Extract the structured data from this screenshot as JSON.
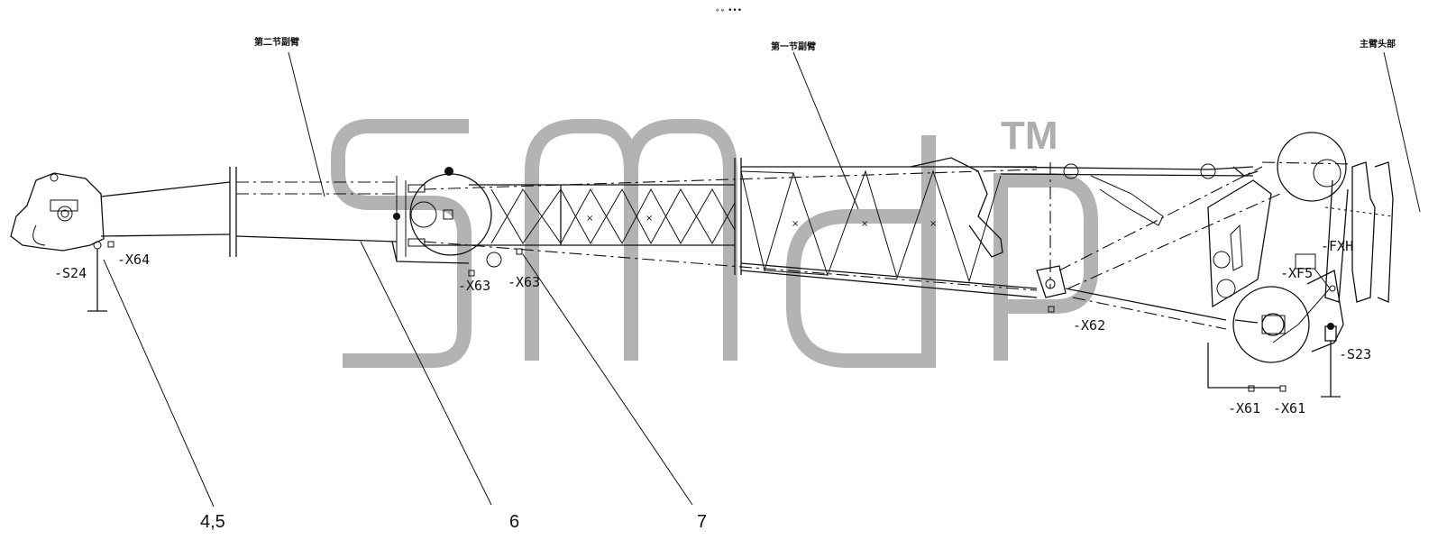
{
  "top_mark": "∘∘ •••",
  "section_labels": {
    "second_jib": "第二节副臂",
    "first_jib": "第一节副臂",
    "main_boom_head": "主臂头部"
  },
  "connectors": {
    "s24": "-S24",
    "x64": "-X64",
    "x63_a": "-X63",
    "x63_b": "-X63",
    "x62": "-X62",
    "fxh": "-FXH",
    "xf5": "-XF5",
    "s23": "-S23",
    "x61_a": "-X61",
    "x61_b": "-X61"
  },
  "callouts": {
    "c45": "4,5",
    "c6": "6",
    "c7": "7"
  },
  "watermark": {
    "text": "smdp",
    "tm": "TM",
    "color": "#9a9a9a"
  }
}
